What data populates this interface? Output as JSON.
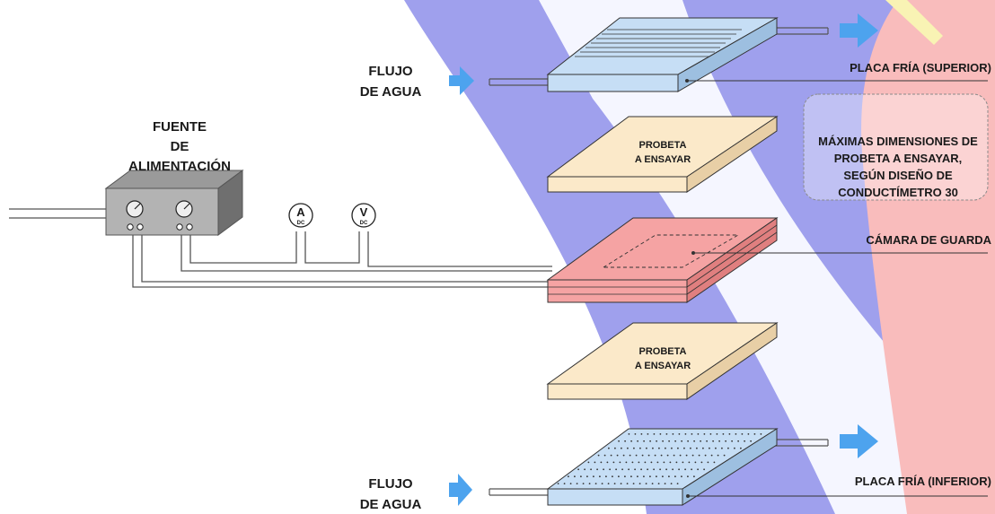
{
  "colors": {
    "background_blue": "#2b2ed8",
    "background_red": "#f26a6a",
    "background_yellow": "#f2e55a",
    "cold_plate": "#c6def5",
    "specimen": "#fbe9c9",
    "guard_chamber": "#f5a3a3",
    "flow_arrow": "#4da3ee"
  },
  "power_supply": {
    "title_line1": "FUENTE",
    "title_line2": "DE",
    "title_line3": "ALIMENTACIÓN"
  },
  "meters": {
    "ammeter_symbol": "A",
    "ammeter_type": "DC",
    "voltmeter_symbol": "V",
    "voltmeter_type": "DC"
  },
  "water_flow_top": {
    "line1": "FLUJO",
    "line2": "DE AGUA"
  },
  "water_flow_bottom": {
    "line1": "FLUJO",
    "line2": "DE AGUA"
  },
  "specimen_top": {
    "line1": "PROBETA",
    "line2": "A ENSAYAR"
  },
  "specimen_bottom": {
    "line1": "PROBETA",
    "line2": "A ENSAYAR"
  },
  "labels": {
    "top_plate": "PLACA FRÍA (SUPERIOR)",
    "guard_chamber": "CÁMARA DE GUARDA",
    "bottom_plate": "PLACA FRÍA (INFERIOR)"
  },
  "note": {
    "line1": "MÁXIMAS DIMENSIONES DE",
    "line2": "PROBETA A ENSAYAR,",
    "line3": "SEGÚN DISEÑO DE",
    "line4": "CONDUCTÍMETRO 30"
  }
}
